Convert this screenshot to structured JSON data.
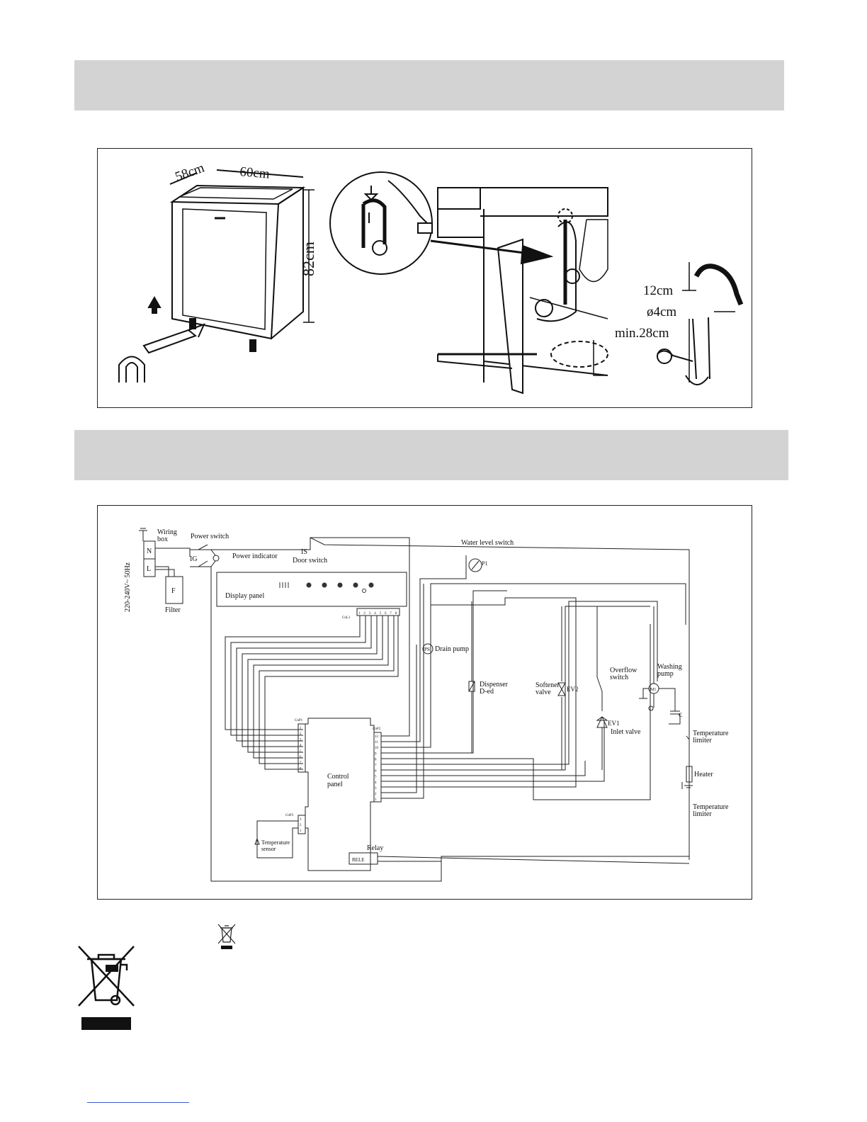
{
  "installation": {
    "dimensions": {
      "depth": "58cm",
      "width": "60cm",
      "height": "82cm"
    },
    "drain": {
      "loop_height": "12cm",
      "diameter": "ø4cm",
      "min_height": "min.28cm"
    }
  },
  "wiring": {
    "supply": "220-240V~ 50Hz",
    "wiring_box": [
      "Wiring",
      "box"
    ],
    "terminals": {
      "n": "N",
      "l": "L",
      "f": "F"
    },
    "filter": "Filter",
    "power_switch": "Power switch",
    "ig": "IG",
    "power_indicator": "Power indicator",
    "door_switch_code": "IS",
    "door_switch": "Door switch",
    "display_panel": "Display panel",
    "water_level_switch": "Water level switch",
    "p1": "P1",
    "drain_pump": "Drain pump",
    "ps": "PS",
    "dispenser": [
      "Dispenser",
      "D-ed"
    ],
    "softener_valve": [
      "Softener",
      "valve"
    ],
    "ev2": "EV2",
    "overflow_switch": [
      "Overflow",
      "switch"
    ],
    "ev1": "EV1",
    "inlet_valve": "Inlet valve",
    "washing_pump": [
      "Washing",
      "pump"
    ],
    "m1": "M1",
    "capacitor": "C",
    "temperature_limiter": [
      "Temperature",
      "limiter"
    ],
    "heater": "Heater",
    "control_panel": [
      "Control",
      "panel"
    ],
    "relay": "Relay",
    "relay_box": "RELE",
    "temperature_sensor": [
      "Temperature",
      "sensor"
    ],
    "cn_labels": {
      "cnl1": "CnL1",
      "cnp1": "CnP1",
      "cnp2": "CnP2",
      "cnp3": "CnP3"
    },
    "cnl1_pins": [
      "1",
      "2",
      "3",
      "4",
      "5",
      "6",
      "7",
      "8"
    ],
    "cnp1_pins": [
      "1",
      "2",
      "3",
      "4",
      "5",
      "6",
      "7",
      "8"
    ],
    "cnp2_pins": [
      "12",
      "11",
      "10",
      "9",
      "8",
      "7",
      "6",
      "5",
      "4",
      "3",
      "2",
      "1"
    ],
    "cnp3_pins": [
      "3",
      "2",
      "1"
    ]
  },
  "symbols": {
    "weee": "crossed-out-wheelie-bin-icon"
  }
}
